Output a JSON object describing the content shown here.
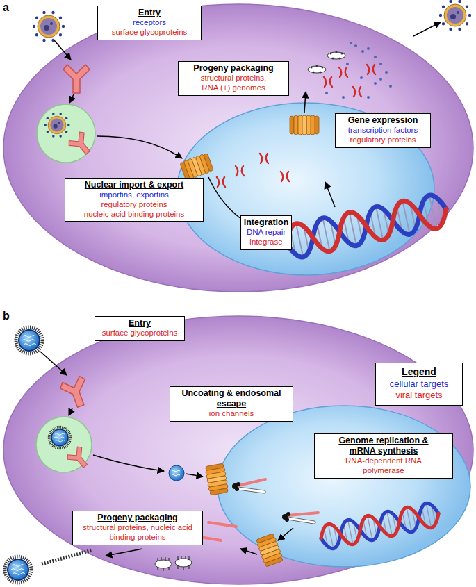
{
  "diagram": {
    "nodes": [
      {
        "text": [
          "Entry",
          "receptors",
          "surface glycoproteins"
        ]
      },
      {
        "text": [
          "Progeny packaging",
          "structural proteins, RNA (+) genomes"
        ]
      },
      {
        "text": [
          "Nuclear import & export",
          "importins, exportins",
          "regulatory proteins",
          "nucleic acid binding proteins"
        ]
      },
      {
        "text": [
          "Gene expression",
          "transcription factors",
          "regulatory proteins"
        ]
      },
      {
        "text": [
          "Integration",
          "DNA repair",
          "integrase"
        ]
      },
      {
        "text": [
          "Entry",
          "surface glycoproteins"
        ]
      },
      {
        "text": [
          "Uncoating & endosomal escape",
          "ion channels"
        ]
      },
      {
        "text": [
          "Genome replication & mRNA synthesis",
          "RNA-dependent RNA polymerase"
        ]
      },
      {
        "text": [
          "Progeny packaging",
          "structural proteins, nucleic acid binding proteins"
        ]
      }
    ],
    "labels": [
      "a",
      "b",
      "Legend"
    ],
    "legend": [
      {
        "text": "cellular targets",
        "color": "#2323d8"
      },
      {
        "text": "viral targets",
        "color": "#d82323"
      }
    ]
  }
}
